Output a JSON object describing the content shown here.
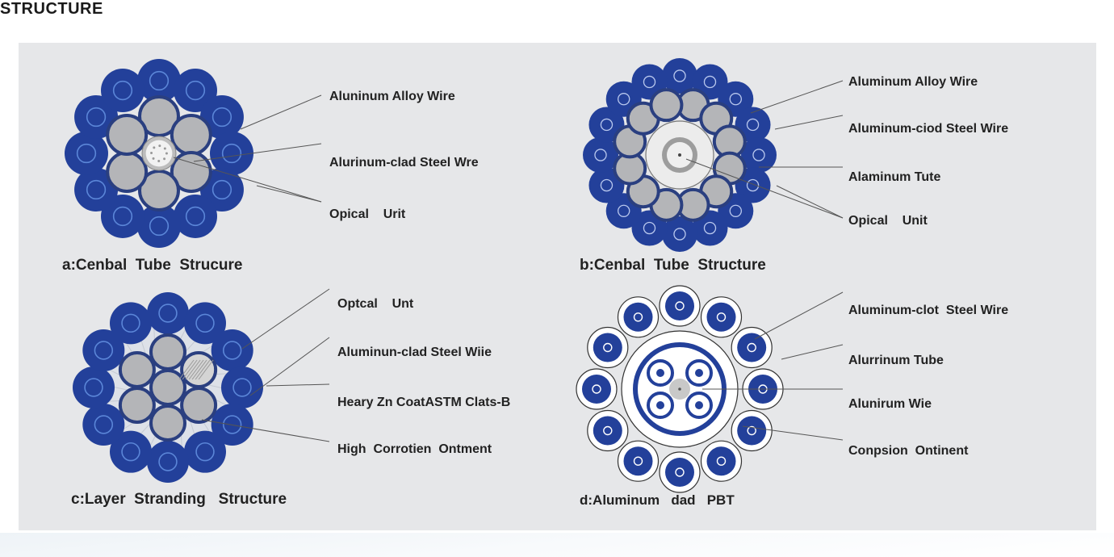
{
  "title": "STRUCTURE",
  "colors": {
    "panel_bg": "#e6e7e9",
    "wire_blue": "#23409a",
    "wire_ring": "#5b86d8",
    "core_gray": "#b4b5b8",
    "leader_line": "#555555"
  },
  "diagrams": [
    {
      "id": "a",
      "caption": "a:Cenbal  Tube  Strucure",
      "labels": [
        "Aluninum Alloy Wire",
        "Alurinum-clad Steel Wre",
        "Opical    Urit"
      ]
    },
    {
      "id": "b",
      "caption": "b:Cenbal  Tube  Structure",
      "labels": [
        "Aluminum Alloy Wire",
        "Aluminum-ciod Steel Wire",
        "Alaminum Tute",
        "Opical    Unit"
      ]
    },
    {
      "id": "c",
      "caption": "c:Layer  Stranding   Structure",
      "labels": [
        "Optcal    Unt",
        "Aluminun-clad Steel Wiie",
        "Heary Zn CoatASTM Clats-B",
        "High  Corrotien  Ontment"
      ]
    },
    {
      "id": "d",
      "caption": "d:Aluminum   dad   PBT",
      "labels": [
        "Aluminum-clot  Steel Wire",
        "Alurrinum Tube",
        "Alunirum Wie",
        "Conpsion  Ontinent"
      ]
    }
  ]
}
